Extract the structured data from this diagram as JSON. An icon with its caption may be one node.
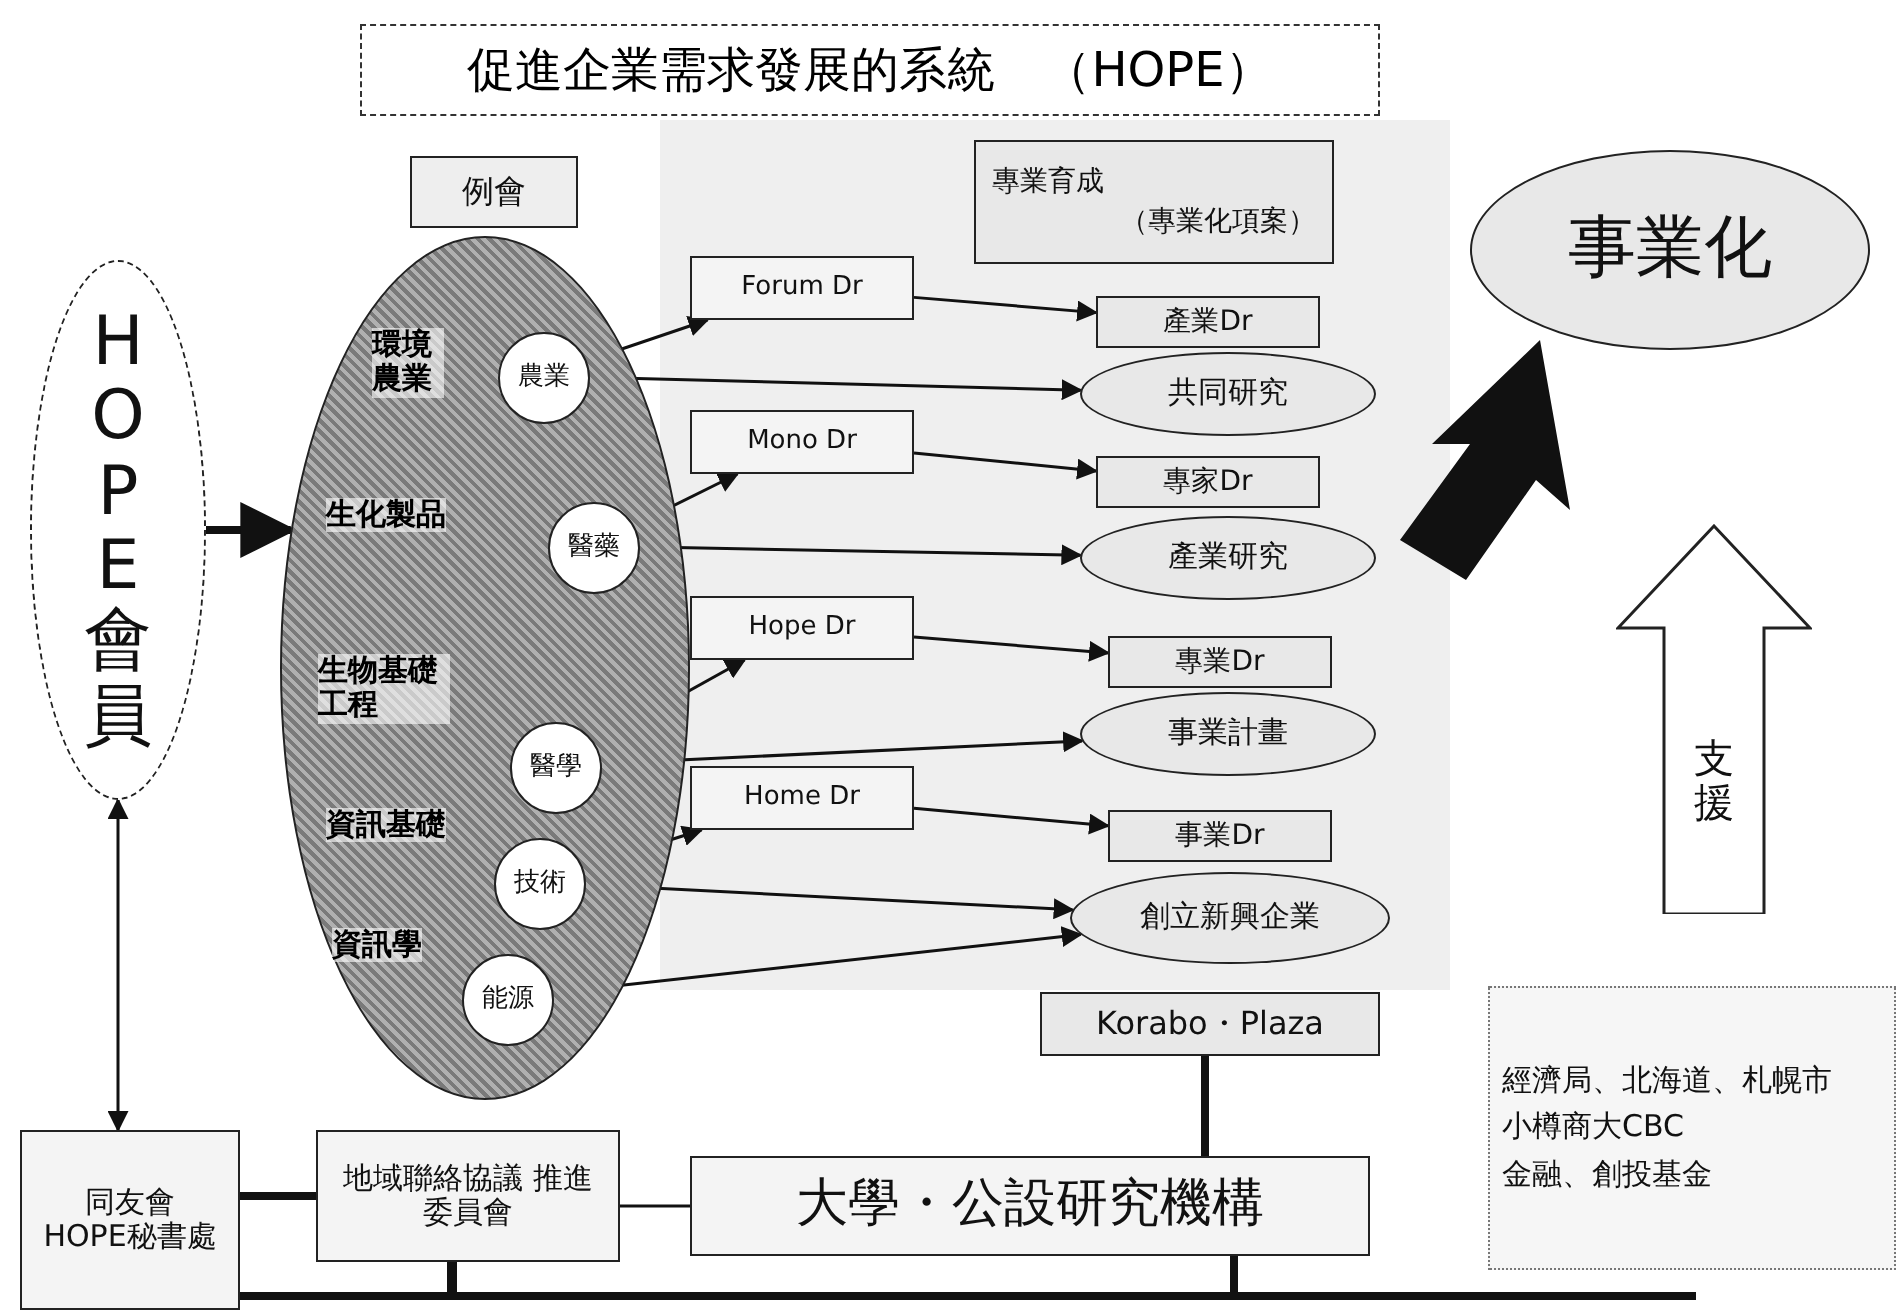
{
  "diagram": {
    "title": "促進企業需求發展的系統　（HOPE）",
    "nodes": [
      {
        "text": [
          "HOPE會員"
        ]
      },
      {
        "text": [
          "例會"
        ]
      },
      {
        "text": [
          "環境農業",
          "生化製品",
          "生物基礎工程",
          "資訊基礎",
          "資訊學"
        ]
      },
      {
        "text": [
          "農業"
        ],
        "in": 2
      },
      {
        "text": [
          "醫藥"
        ],
        "in": 2
      },
      {
        "text": [
          "醫學"
        ],
        "in": 2
      },
      {
        "text": [
          "技術"
        ],
        "in": 2
      },
      {
        "text": [
          "能源"
        ],
        "in": 2
      },
      {
        "text": [
          "Forum Dr"
        ]
      },
      {
        "text": [
          "Mono Dr"
        ]
      },
      {
        "text": [
          "Hope Dr"
        ]
      },
      {
        "text": [
          "Home Dr"
        ]
      },
      {
        "text": [
          "專業育成",
          "（專業化項案）"
        ]
      },
      {
        "text": [
          "產業Dr"
        ]
      },
      {
        "text": [
          "共同研究"
        ]
      },
      {
        "text": [
          "專家Dr"
        ]
      },
      {
        "text": [
          "產業研究"
        ]
      },
      {
        "text": [
          "專業Dr"
        ]
      },
      {
        "text": [
          "事業計畫"
        ]
      },
      {
        "text": [
          "事業Dr"
        ]
      },
      {
        "text": [
          "創立新興企業"
        ]
      },
      {
        "text": [
          "事業化"
        ]
      },
      {
        "text": [
          "支援"
        ]
      },
      {
        "text": [
          "經濟局、北海道、札幌市",
          "小樽商大CBC",
          "金融、創投基金"
        ]
      },
      {
        "text": [
          "Korabo・Plaza"
        ]
      },
      {
        "text": [
          "同友會 HOPE秘書處"
        ]
      },
      {
        "text": [
          "地域聯絡協議 推進委員會"
        ]
      },
      {
        "text": [
          "大學・公設研究機構"
        ]
      }
    ],
    "edges": [
      {
        "from": 0,
        "to": 2,
        "arrow": "to",
        "style": "thick"
      },
      {
        "from": 0,
        "to": 25,
        "arrow": "both"
      },
      {
        "from": 3,
        "to": 8,
        "arrow": "to"
      },
      {
        "from": 8,
        "to": 13,
        "arrow": "to"
      },
      {
        "from": 3,
        "to": 14,
        "arrow": "to"
      },
      {
        "from": 4,
        "to": 9,
        "arrow": "to"
      },
      {
        "from": 9,
        "to": 15,
        "arrow": "to"
      },
      {
        "from": 4,
        "to": 16,
        "arrow": "to"
      },
      {
        "from": 5,
        "to": 10,
        "arrow": "to"
      },
      {
        "from": 10,
        "to": 17,
        "arrow": "to"
      },
      {
        "from": 5,
        "to": 18,
        "arrow": "to"
      },
      {
        "from": 6,
        "to": 11,
        "arrow": "to"
      },
      {
        "from": 11,
        "to": 19,
        "arrow": "to"
      },
      {
        "from": 6,
        "to": 20,
        "arrow": "to"
      },
      {
        "from": 7,
        "to": 20,
        "arrow": "to"
      },
      {
        "from": 25,
        "to": 26,
        "arrow": "none",
        "style": "thick"
      },
      {
        "from": 26,
        "to": 27,
        "arrow": "none"
      },
      {
        "from": 24,
        "to": 27,
        "arrow": "none",
        "style": "thick"
      }
    ]
  }
}
